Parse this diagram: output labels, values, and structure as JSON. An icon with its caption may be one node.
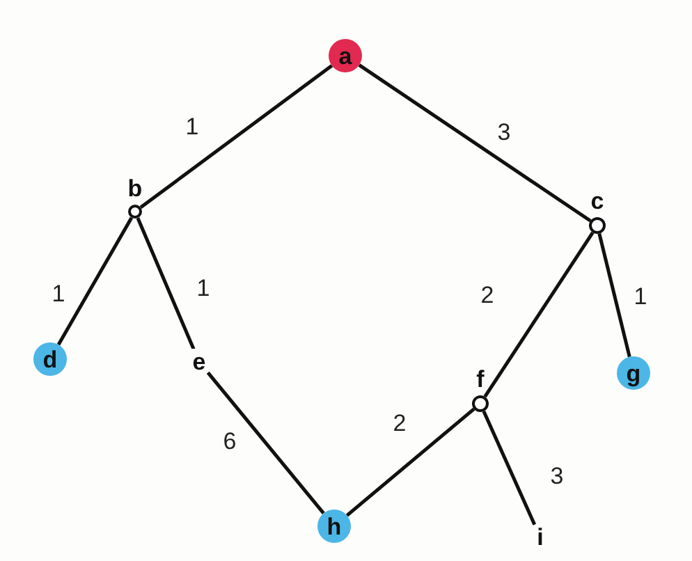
{
  "diagram": {
    "nodes": [
      {
        "text": [
          "a"
        ]
      },
      {
        "text": [
          "b"
        ]
      },
      {
        "text": [
          "c"
        ]
      },
      {
        "text": [
          "d"
        ]
      },
      {
        "text": [
          "e"
        ]
      },
      {
        "text": [
          "f"
        ]
      },
      {
        "text": [
          "g"
        ]
      },
      {
        "text": [
          "h"
        ]
      },
      {
        "text": [
          "i"
        ]
      }
    ],
    "edges": [
      {
        "from": 0,
        "to": 1,
        "arrow": "none",
        "label": "1"
      },
      {
        "from": 0,
        "to": 2,
        "arrow": "none",
        "label": "3"
      },
      {
        "from": 1,
        "to": 3,
        "arrow": "none",
        "label": "1"
      },
      {
        "from": 1,
        "to": 4,
        "arrow": "none",
        "label": "1"
      },
      {
        "from": 4,
        "to": 7,
        "arrow": "none",
        "label": "6"
      },
      {
        "from": 2,
        "to": 5,
        "arrow": "none",
        "label": "2"
      },
      {
        "from": 2,
        "to": 6,
        "arrow": "none",
        "label": "1"
      },
      {
        "from": 5,
        "to": 7,
        "arrow": "none",
        "label": "2"
      },
      {
        "from": 5,
        "to": 8,
        "arrow": "none",
        "label": "3"
      }
    ]
  }
}
